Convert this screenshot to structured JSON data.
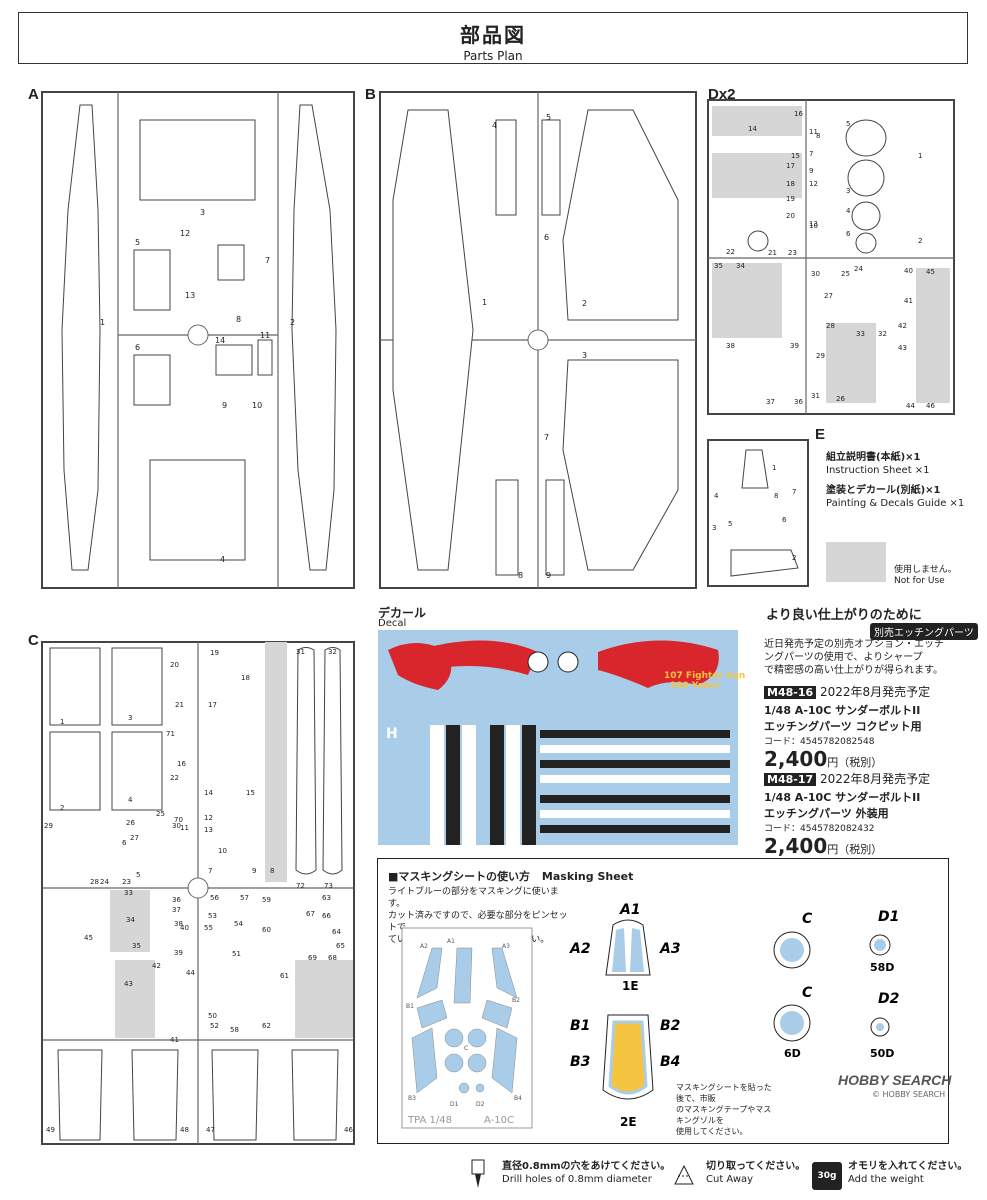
{
  "header": {
    "title_jp": "部品図",
    "title_en": "Parts Plan"
  },
  "sections": {
    "a": {
      "letter": "A",
      "parts": [
        "1",
        "2",
        "3",
        "4",
        "5",
        "6",
        "7",
        "8",
        "9",
        "10",
        "11",
        "12",
        "13",
        "14"
      ]
    },
    "b": {
      "letter": "B",
      "parts": [
        "1",
        "2",
        "3",
        "4",
        "5",
        "6",
        "7",
        "8",
        "9"
      ]
    },
    "d": {
      "letter": "Dx2",
      "parts": [
        "1",
        "2",
        "3",
        "4",
        "5",
        "6",
        "7",
        "8",
        "9",
        "10",
        "11",
        "12",
        "13",
        "14",
        "15",
        "16",
        "17",
        "18",
        "19",
        "20",
        "21",
        "22",
        "23",
        "24",
        "25",
        "26",
        "27",
        "28",
        "29",
        "30",
        "31",
        "32",
        "33",
        "34",
        "35",
        "36",
        "37",
        "38",
        "39",
        "40",
        "41",
        "42",
        "43",
        "44",
        "45",
        "46"
      ]
    },
    "e": {
      "letter": "E",
      "parts": [
        "1",
        "2",
        "3",
        "4",
        "5",
        "6",
        "7",
        "8"
      ]
    },
    "c": {
      "letter": "C",
      "parts": [
        "1",
        "2",
        "3",
        "4",
        "5",
        "6",
        "7",
        "8",
        "9",
        "10",
        "11",
        "12",
        "13",
        "14",
        "15",
        "16",
        "17",
        "18",
        "19",
        "20",
        "21",
        "22",
        "23",
        "24",
        "25",
        "26",
        "27",
        "28",
        "29",
        "30",
        "31",
        "32",
        "33",
        "34",
        "35",
        "36",
        "37",
        "38",
        "39",
        "40",
        "41",
        "42",
        "43",
        "44",
        "45",
        "46",
        "47",
        "48",
        "49",
        "50",
        "51",
        "52",
        "53",
        "54",
        "55",
        "56",
        "57",
        "58",
        "59",
        "60",
        "61",
        "62",
        "63",
        "64",
        "65",
        "66",
        "67",
        "68",
        "69",
        "70",
        "71",
        "72",
        "73"
      ]
    }
  },
  "instructions": {
    "sheet_jp": "組立説明書(本紙)×1",
    "sheet_en": "Instruction Sheet ×1",
    "guide_jp": "塗装とデカール(別紙)×1",
    "guide_en": "Painting & Decals Guide ×1",
    "not_used_jp": "使用しません。",
    "not_used_en": "Not for Use"
  },
  "decal": {
    "title_jp": "デカール",
    "title_en": "Decal",
    "markings": [
      "107 Fighter Sqn",
      "100 Years",
      "H"
    ]
  },
  "promo": {
    "heading": "より良い仕上がりのために",
    "badge": "別売エッチングパーツ",
    "body": "近日発売予定の別売オプション・エッチングパーツの使用で、よりシャープで精密感の高い仕上がりが得られます。",
    "body_lines": [
      "近日発売予定の別売オプション・エッチ",
      "ングパーツの使用で、よりシャープ",
      "で精密感の高い仕上がりが得られます。"
    ],
    "products": [
      {
        "code": "M48-16",
        "release": "2022年8月発売予定",
        "name1": "1/48 A-10C サンダーボルトII",
        "name2": "エッチングパーツ コクピット用",
        "barcode_label": "コード：",
        "barcode": "4545782082548",
        "price": "2,400",
        "price_unit": "円（税別）"
      },
      {
        "code": "M48-17",
        "release": "2022年8月発売予定",
        "name1": "1/48 A-10C サンダーボルトII",
        "name2": "エッチングパーツ 外装用",
        "barcode_label": "コード：",
        "barcode": "4545782082432",
        "price": "2,400",
        "price_unit": "円（税別）"
      }
    ]
  },
  "masking": {
    "title_jp": "■マスキングシートの使い方",
    "title_en": "Masking Sheet",
    "desc_lines": [
      "ライトブルーの部分をマスキングに使います。",
      "カット済みですので、必要な部分をピンセットで",
      "ていねいに剥がして使用してください。"
    ],
    "sheet_labels": [
      "A1",
      "A2",
      "A3",
      "B1",
      "B2",
      "B3",
      "B4",
      "C",
      "D1",
      "D2"
    ],
    "sheet_footer_left": "TPA 1/48",
    "sheet_footer_right": "A-10C",
    "callouts": [
      "A1",
      "A2",
      "A3",
      "B1",
      "B2",
      "B3",
      "B4",
      "C",
      "D1",
      "C",
      "D2"
    ],
    "part_labels": [
      "1E",
      "2E",
      "6D",
      "58D",
      "50D"
    ],
    "note_lines": [
      "マスキングシートを貼った後で、市販",
      "のマスキングテープやマスキングゾルを",
      "使用してください。"
    ],
    "colors": {
      "mask": "#a9cde8",
      "canopy": "#f5c542"
    }
  },
  "legend": [
    {
      "icon": "drill-icon",
      "jp": "直径0.8mmの穴をあけてください。",
      "en": "Drill holes of 0.8mm diameter"
    },
    {
      "icon": "cut-icon",
      "jp": "切り取ってください。",
      "en": "Cut Away"
    },
    {
      "icon": "weight-icon",
      "icon_label": "30g",
      "jp": "オモリを入れてください。",
      "en": "Add the weight"
    }
  ],
  "watermark": {
    "brand": "HOBBY SEARCH",
    "sub": "© HOBBY SEARCH"
  }
}
